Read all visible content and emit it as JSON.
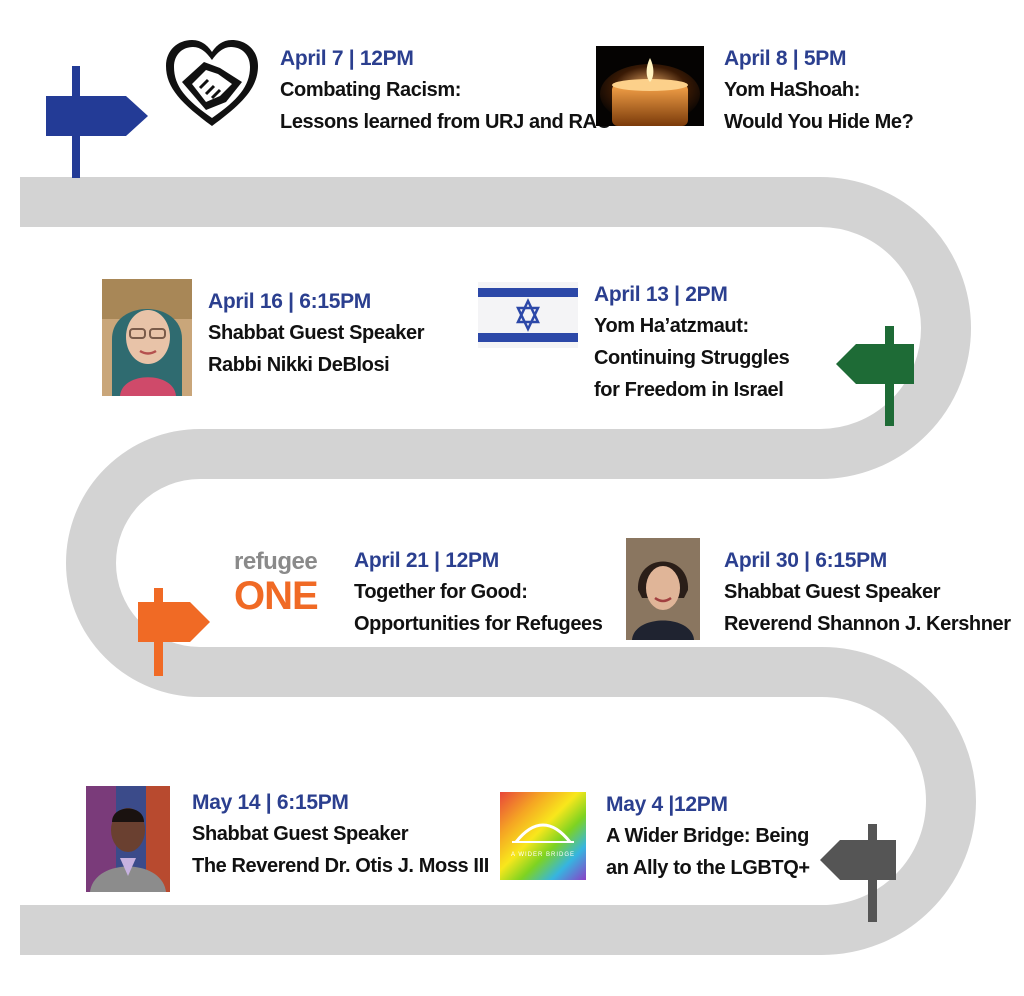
{
  "colors": {
    "road": "#d3d3d3",
    "date_blue": "#2b3f8f",
    "sign_blue": "#233b96",
    "sign_green": "#1e6b36",
    "sign_orange": "#f06a25",
    "sign_gray": "#555555"
  },
  "events": [
    {
      "date": "April 7  | 12PM",
      "lines": [
        "Combating Racism:",
        "Lessons learned from URJ and RAC"
      ],
      "icon": "handshake-heart-icon"
    },
    {
      "date": "April 8 | 5PM",
      "lines": [
        "Yom HaShoah:",
        "Would You Hide Me?"
      ],
      "icon": "candle-photo"
    },
    {
      "date": "April 16 | 6:15PM",
      "lines": [
        "Shabbat Guest Speaker",
        "Rabbi Nikki DeBlosi"
      ],
      "icon": "speaker-photo"
    },
    {
      "date": "April 13 | 2PM",
      "lines": [
        "Yom Ha’atzmaut:",
        "Continuing Struggles",
        "for Freedom in Israel"
      ],
      "icon": "israel-flag"
    },
    {
      "date": "April 21  | 12PM",
      "lines": [
        "Together for Good:",
        "Opportunities for Refugees"
      ],
      "icon": "refugee-one-logo"
    },
    {
      "date": "April 30 | 6:15PM",
      "lines": [
        "Shabbat Guest Speaker",
        "Reverend Shannon J. Kershner"
      ],
      "icon": "speaker-photo"
    },
    {
      "date": "May 14 | 6:15PM",
      "lines": [
        "Shabbat Guest Speaker",
        "The Reverend Dr. Otis J. Moss III"
      ],
      "icon": "speaker-photo"
    },
    {
      "date": "May 4  |12PM",
      "lines": [
        "A Wider Bridge: Being",
        "an Ally to the LGBTQ+"
      ],
      "icon": "a-wider-bridge-logo"
    }
  ],
  "logos": {
    "refugee_word": "refugee",
    "refugee_one": "ONE",
    "bridge_text": "A WIDER BRIDGE"
  }
}
